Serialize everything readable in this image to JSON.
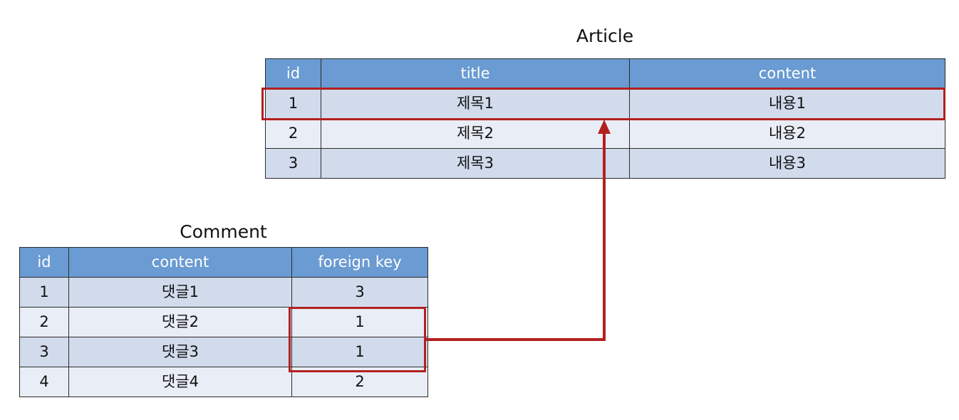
{
  "article": {
    "caption": "Article",
    "columns": [
      "id",
      "title",
      "content"
    ],
    "rows": [
      [
        "1",
        "제목1",
        "내용1"
      ],
      [
        "2",
        "제목2",
        "내용2"
      ],
      [
        "3",
        "제목3",
        "내용3"
      ]
    ]
  },
  "comment": {
    "caption": "Comment",
    "columns": [
      "id",
      "content",
      "foreign key"
    ],
    "rows": [
      [
        "1",
        "댓글1",
        "3"
      ],
      [
        "2",
        "댓글2",
        "1"
      ],
      [
        "3",
        "댓글3",
        "1"
      ],
      [
        "4",
        "댓글4",
        "2"
      ]
    ]
  },
  "colors": {
    "header": "#6a9bd2",
    "row_odd": "#d1dbec",
    "row_even": "#e9edf6",
    "highlight": "#b3201f"
  }
}
